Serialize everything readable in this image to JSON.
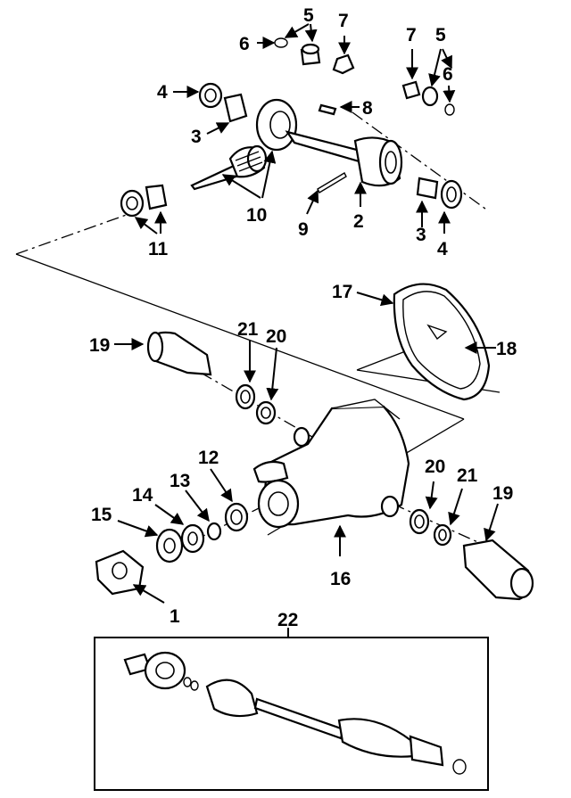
{
  "callouts": {
    "c1": "1",
    "c2": "2",
    "c3a": "3",
    "c3b": "3",
    "c4a": "4",
    "c4b": "4",
    "c5a": "5",
    "c5b": "5",
    "c6a": "6",
    "c6b": "6",
    "c7a": "7",
    "c7b": "7",
    "c8": "8",
    "c9": "9",
    "c10": "10",
    "c11": "11",
    "c12": "12",
    "c13": "13",
    "c14": "14",
    "c15": "15",
    "c16": "16",
    "c17": "17",
    "c18": "18",
    "c19a": "19",
    "c19b": "19",
    "c20a": "20",
    "c20b": "20",
    "c21a": "21",
    "c21b": "21",
    "c22": "22"
  },
  "colors": {
    "ink": "#000000",
    "paper": "#ffffff"
  }
}
